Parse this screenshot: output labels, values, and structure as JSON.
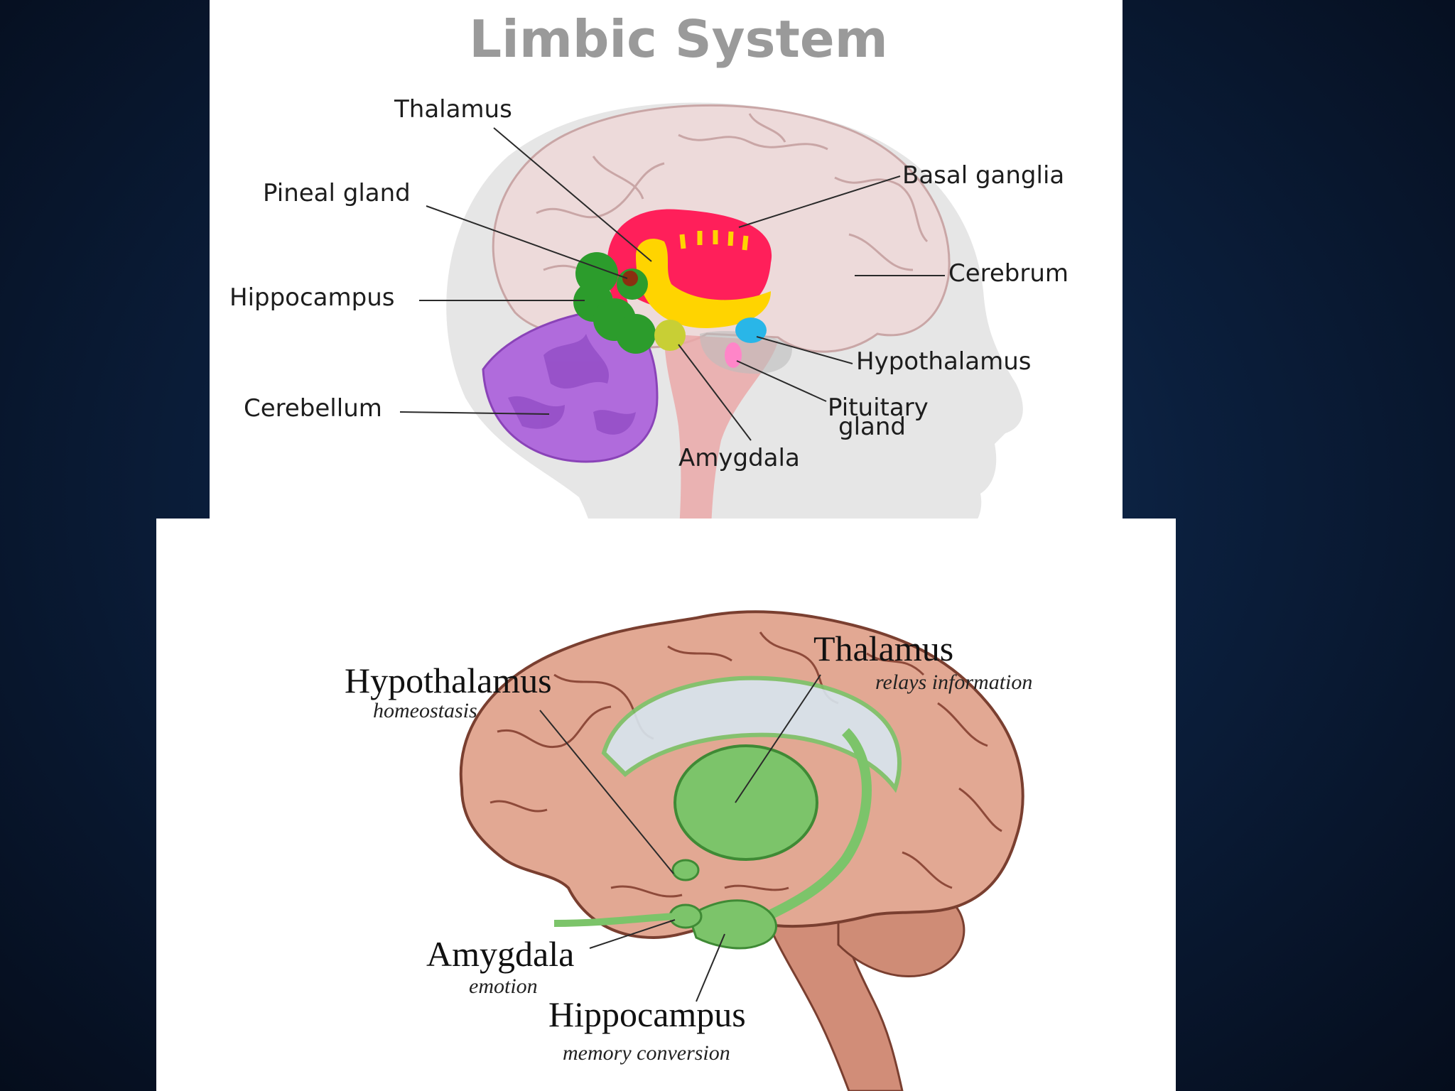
{
  "top_diagram": {
    "title": "Limbic System",
    "labels": {
      "thalamus": "Thalamus",
      "pineal_gland": "Pineal gland",
      "hippocampus": "Hippocampus",
      "cerebellum": "Cerebellum",
      "basal_ganglia": "Basal ganglia",
      "cerebrum": "Cerebrum",
      "hypothalamus": "Hypothalamus",
      "pituitary_line1": "Pituitary",
      "pituitary_line2": "gland",
      "amygdala": "Amygdala"
    },
    "colors": {
      "head": "#e6e6e6",
      "cerebrum": "#eddada",
      "cerebellum": "#b06bdc",
      "thalamus": "#ffd400",
      "basal_ganglia": "#ff1f5a",
      "hippocampus": "#2c9c2c",
      "hypothalamus": "#29b6e8",
      "pituitary": "#ff85c8",
      "pineal": "#8a2f10"
    }
  },
  "bottom_diagram": {
    "labels": {
      "hypothalamus": "Hypothalamus",
      "hypothalamus_sub": "homeostasis",
      "thalamus": "Thalamus",
      "thalamus_sub": "relays information",
      "amygdala": "Amygdala",
      "amygdala_sub": "emotion",
      "hippocampus": "Hippocampus",
      "hippocampus_sub": "memory conversion"
    },
    "colors": {
      "brain": "#d99a85",
      "limbic": "#7cc46a"
    }
  }
}
